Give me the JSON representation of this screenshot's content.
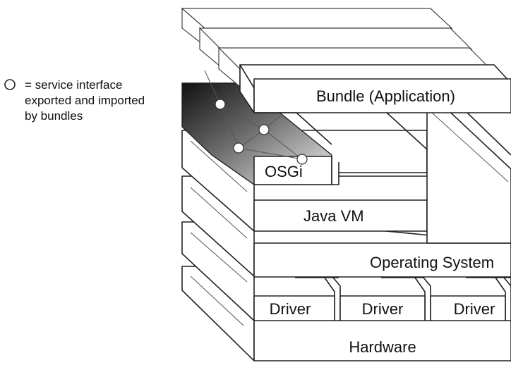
{
  "legend": {
    "icon": "circle-icon",
    "line1": "= service interface",
    "line2": "exported and imported",
    "line3": "by bundles"
  },
  "layers": {
    "bundle": "Bundle (Application)",
    "osgi": "OSGi",
    "java_vm": "Java VM",
    "operating_system": "Operating System",
    "drivers": [
      "Driver",
      "Driver",
      "Driver"
    ],
    "hardware": "Hardware"
  },
  "colors": {
    "line": "#222222",
    "fill": "#ffffff",
    "shade_dark": "#1a1a1a"
  }
}
